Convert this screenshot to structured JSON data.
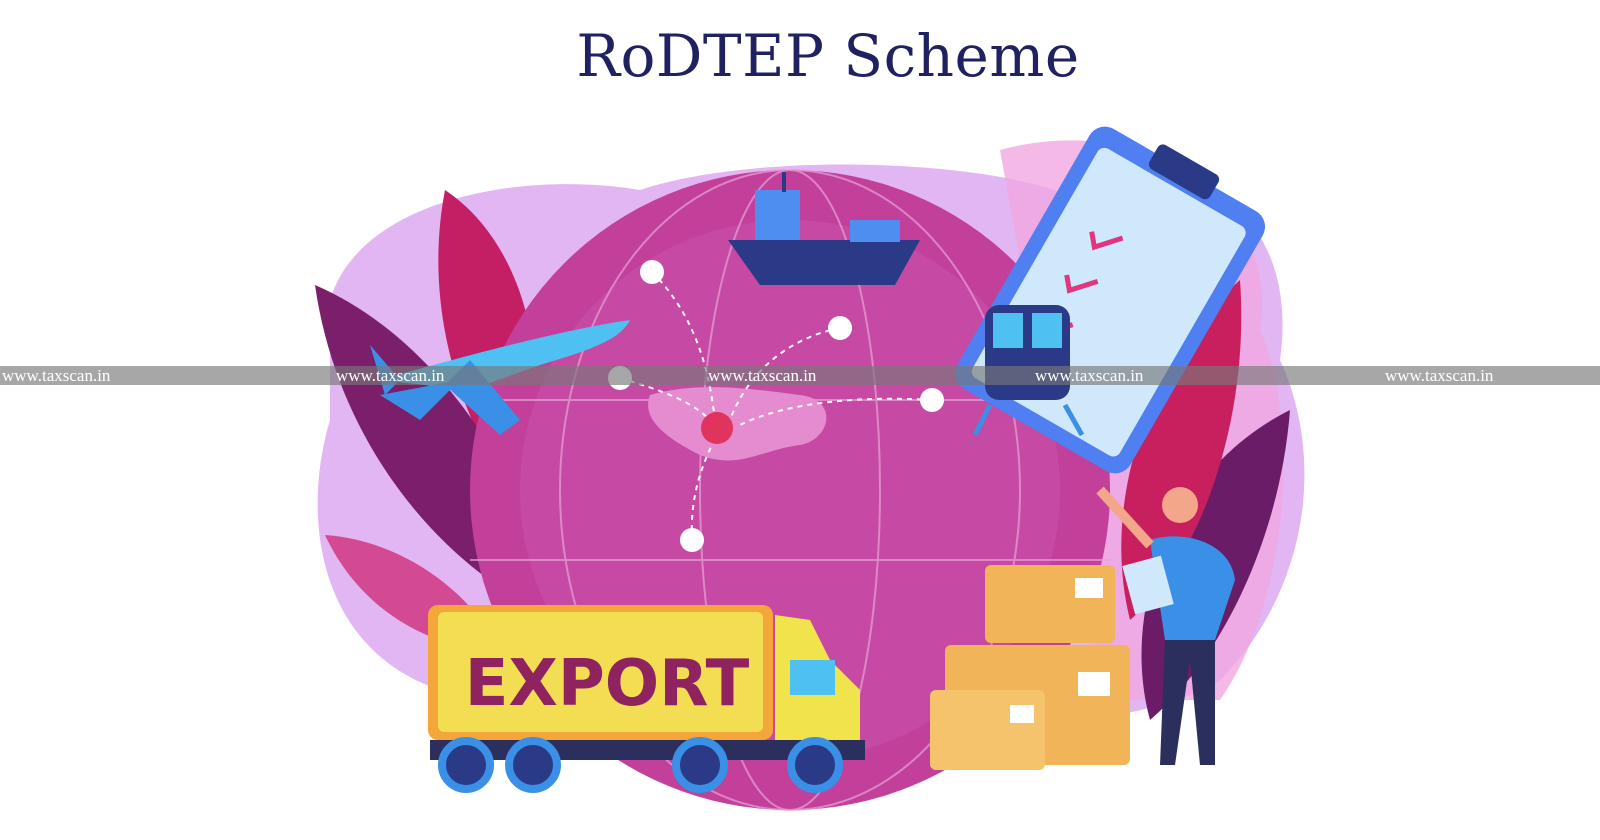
{
  "title": "RoDTEP Scheme",
  "truck": {
    "label": "EXPORT"
  },
  "watermark": {
    "text": "www.taxscan.in"
  },
  "colors": {
    "title": "#1f2160",
    "globe": "#c2409a",
    "truck_box": "#f3c83c",
    "truck_text": "#8e2360",
    "boxes": "#f2b458"
  }
}
